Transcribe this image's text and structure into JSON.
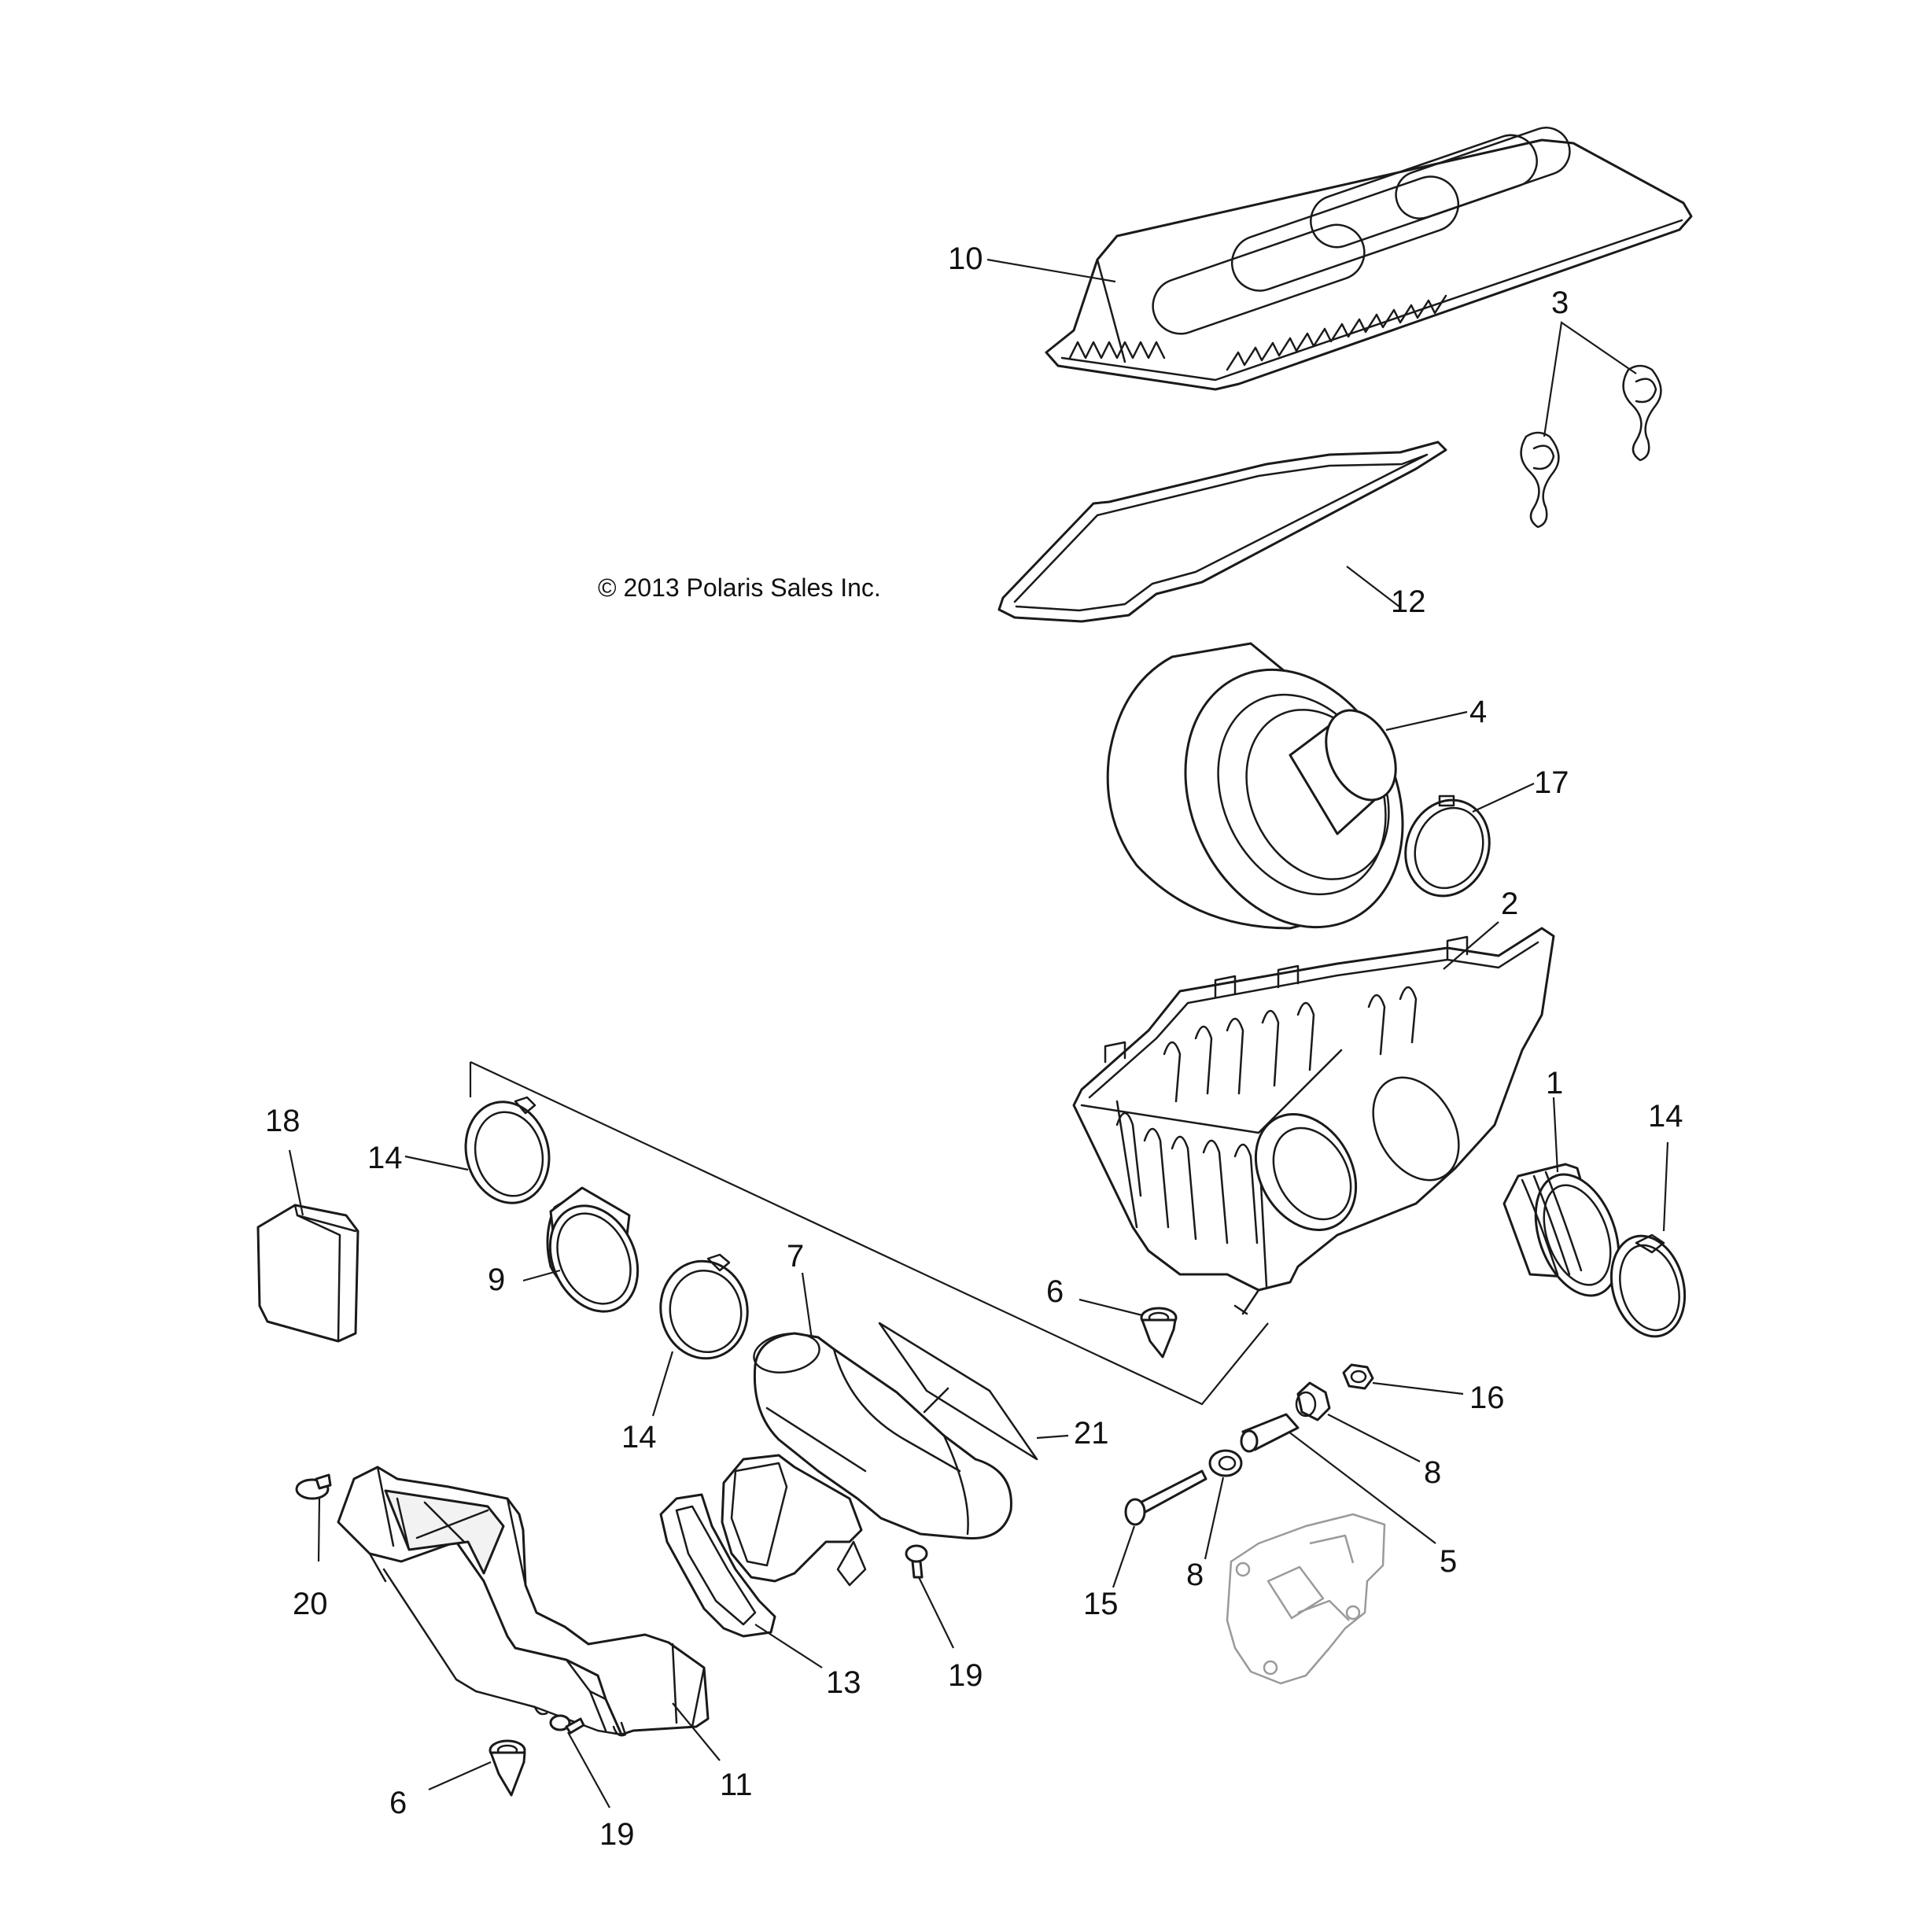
{
  "copyright": "© 2013 Polaris Sales Inc.",
  "callouts": {
    "c10": "10",
    "c3": "3",
    "c12": "12",
    "c4": "4",
    "c17": "17",
    "c2": "2",
    "c1": "1",
    "c14_right": "14",
    "c18": "18",
    "c14_top": "14",
    "c9": "9",
    "c14_mid": "14",
    "c7": "7",
    "c6_upper": "6",
    "c21": "21",
    "c16": "16",
    "c8_right": "8",
    "c5": "5",
    "c8_left": "8",
    "c15": "15",
    "c20": "20",
    "c13": "13",
    "c19_right": "19",
    "c11": "11",
    "c6_lower": "6",
    "c19_lower": "19"
  },
  "colors": {
    "line": "#1a1a1a",
    "background": "#ffffff",
    "ghost": "#9a9a9a"
  }
}
